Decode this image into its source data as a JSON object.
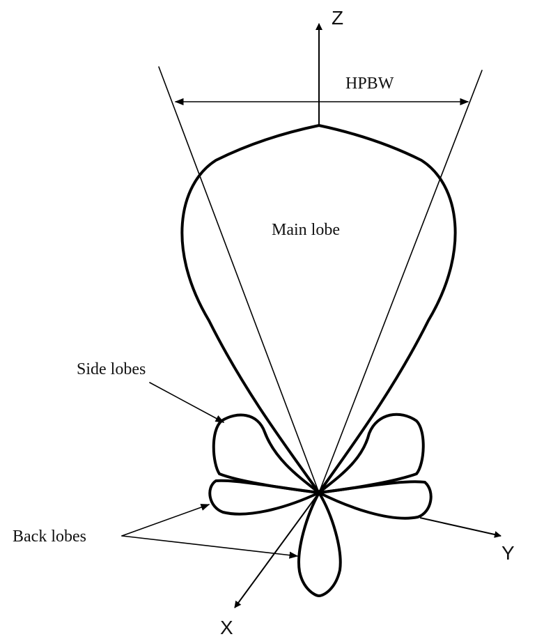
{
  "labels": {
    "z_axis": "Z",
    "y_axis": "Y",
    "x_axis": "X",
    "hpbw": "HPBW",
    "main_lobe": "Main lobe",
    "side_lobes": "Side lobes",
    "back_lobes": "Back lobes"
  },
  "colors": {
    "stroke": "#000000",
    "background": "#ffffff"
  }
}
